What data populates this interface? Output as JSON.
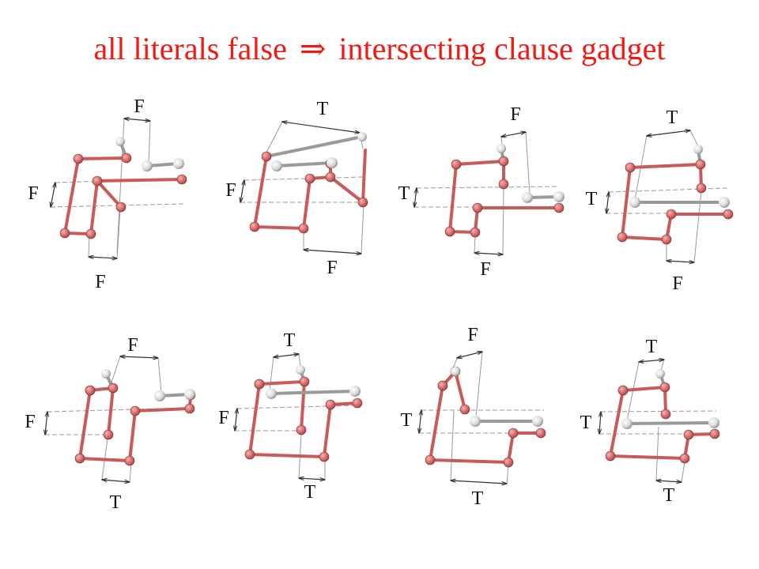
{
  "title": {
    "before": "all literals false",
    "arrow": "⇒",
    "after": "intersecting clause gadget"
  },
  "colors": {
    "title": "#f01a14",
    "chain_red": "#d9706f",
    "chain_white": "#dcdcdc"
  },
  "gadgets": [
    {
      "top": "F",
      "left": "F",
      "bottom": "F"
    },
    {
      "top": "T",
      "left": "F",
      "bottom": "F"
    },
    {
      "top": "F",
      "left": "T",
      "bottom": "F"
    },
    {
      "top": "T",
      "left": "T",
      "bottom": "F"
    },
    {
      "top": "F",
      "left": "F",
      "bottom": "T"
    },
    {
      "top": "T",
      "left": "F",
      "bottom": "T"
    },
    {
      "top": "F",
      "left": "T",
      "bottom": "T"
    },
    {
      "top": "T",
      "left": "T",
      "bottom": "T"
    }
  ]
}
